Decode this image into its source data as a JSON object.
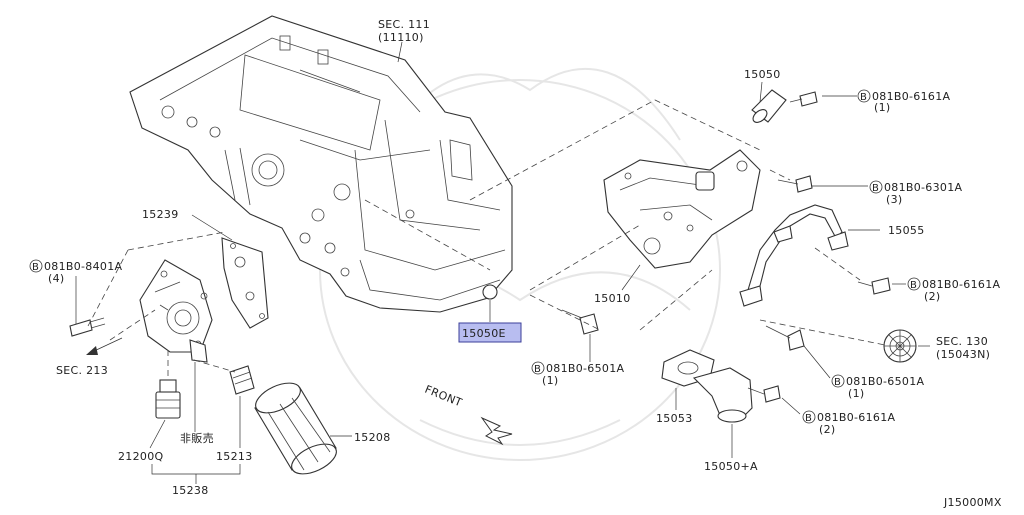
{
  "diagram": {
    "code": "J15000MX",
    "front_label": "FRONT",
    "highlighted_part": "15050E",
    "labels": {
      "sec111": "SEC. 111",
      "sec111_ref": "(11110)",
      "p15050": "15050",
      "b6161a_top": "081B0-6161A",
      "b6161a_top_qty": "(1)",
      "b6301a": "081B0-6301A",
      "b6301a_qty": "(3)",
      "p15055": "15055",
      "b6161a_mid": "081B0-6161A",
      "b6161a_mid_qty": "(2)",
      "p15010": "15010",
      "sec130": "SEC. 130",
      "sec130_ref": "(15043N)",
      "b6501a_right": "081B0-6501A",
      "b6501a_right_qty": "(1)",
      "b6161a_bot": "081B0-6161A",
      "b6161a_bot_qty": "(2)",
      "p15053": "15053",
      "p15050a": "15050+A",
      "b6501a_center": "081B0-6501A",
      "b6501a_center_qty": "(1)",
      "p15239": "15239",
      "b8401a": "081B0-8401A",
      "b8401a_qty": "(4)",
      "sec213": "SEC. 213",
      "not_for_sale": "非販売",
      "p21200q": "21200Q",
      "p15213": "15213",
      "p15208": "15208",
      "p15238": "15238",
      "bolt_mark": "B"
    }
  }
}
